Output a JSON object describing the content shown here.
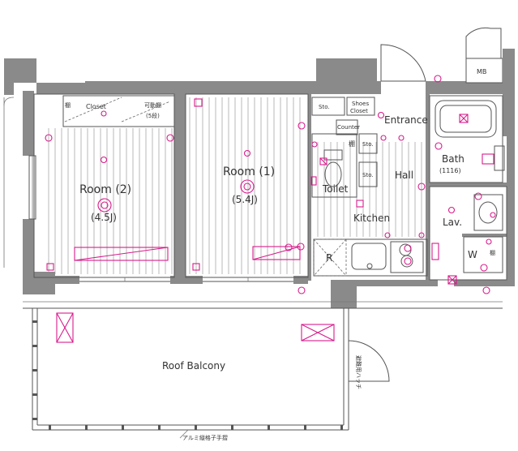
{
  "labels": {
    "mb": "MB",
    "closet": "Closet",
    "movable_shelf": "可動棚",
    "shelf_levels": "(5段)",
    "shelf_mark": "棚",
    "sto": "Sto.",
    "shoes_closet_1": "Shoes",
    "shoes_closet_2": "Closet",
    "counter": "Counter",
    "entrance": "Entrance",
    "bath": "Bath",
    "bath_size": "(1116)",
    "hall": "Hall",
    "toilet": "Toilet",
    "kitchen": "Kitchen",
    "lav": "Lav.",
    "washer": "W",
    "fridge": "R",
    "room1_name": "Room (1)",
    "room1_size": "(5.4J)",
    "room2_name": "Room (2)",
    "room2_size": "(4.5J)",
    "roof_balcony": "Roof Balcony",
    "evacuation_hatch": "避難用ハッチ",
    "railing": "アルミ縦格子手摺"
  },
  "colors": {
    "wall": "#8a8a8a",
    "equipment": "#d81b8c",
    "line": "#555555"
  }
}
